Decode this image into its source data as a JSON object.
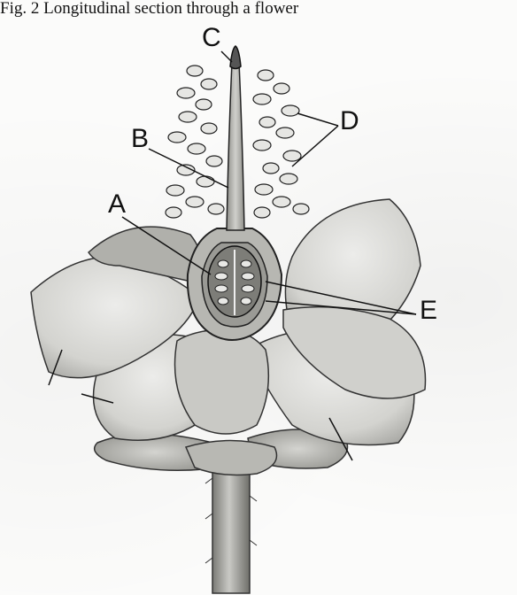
{
  "caption": "Fig. 2 Longitudinal section through a flower",
  "labels": {
    "a": "A",
    "b": "B",
    "c": "C",
    "d": "D",
    "e": "E"
  },
  "colors": {
    "ink": "#111111",
    "petal_fill": "#d9d9d6",
    "receptacle_fill": "#bdbdb9",
    "ovary_fill": "#8f8f8a"
  }
}
